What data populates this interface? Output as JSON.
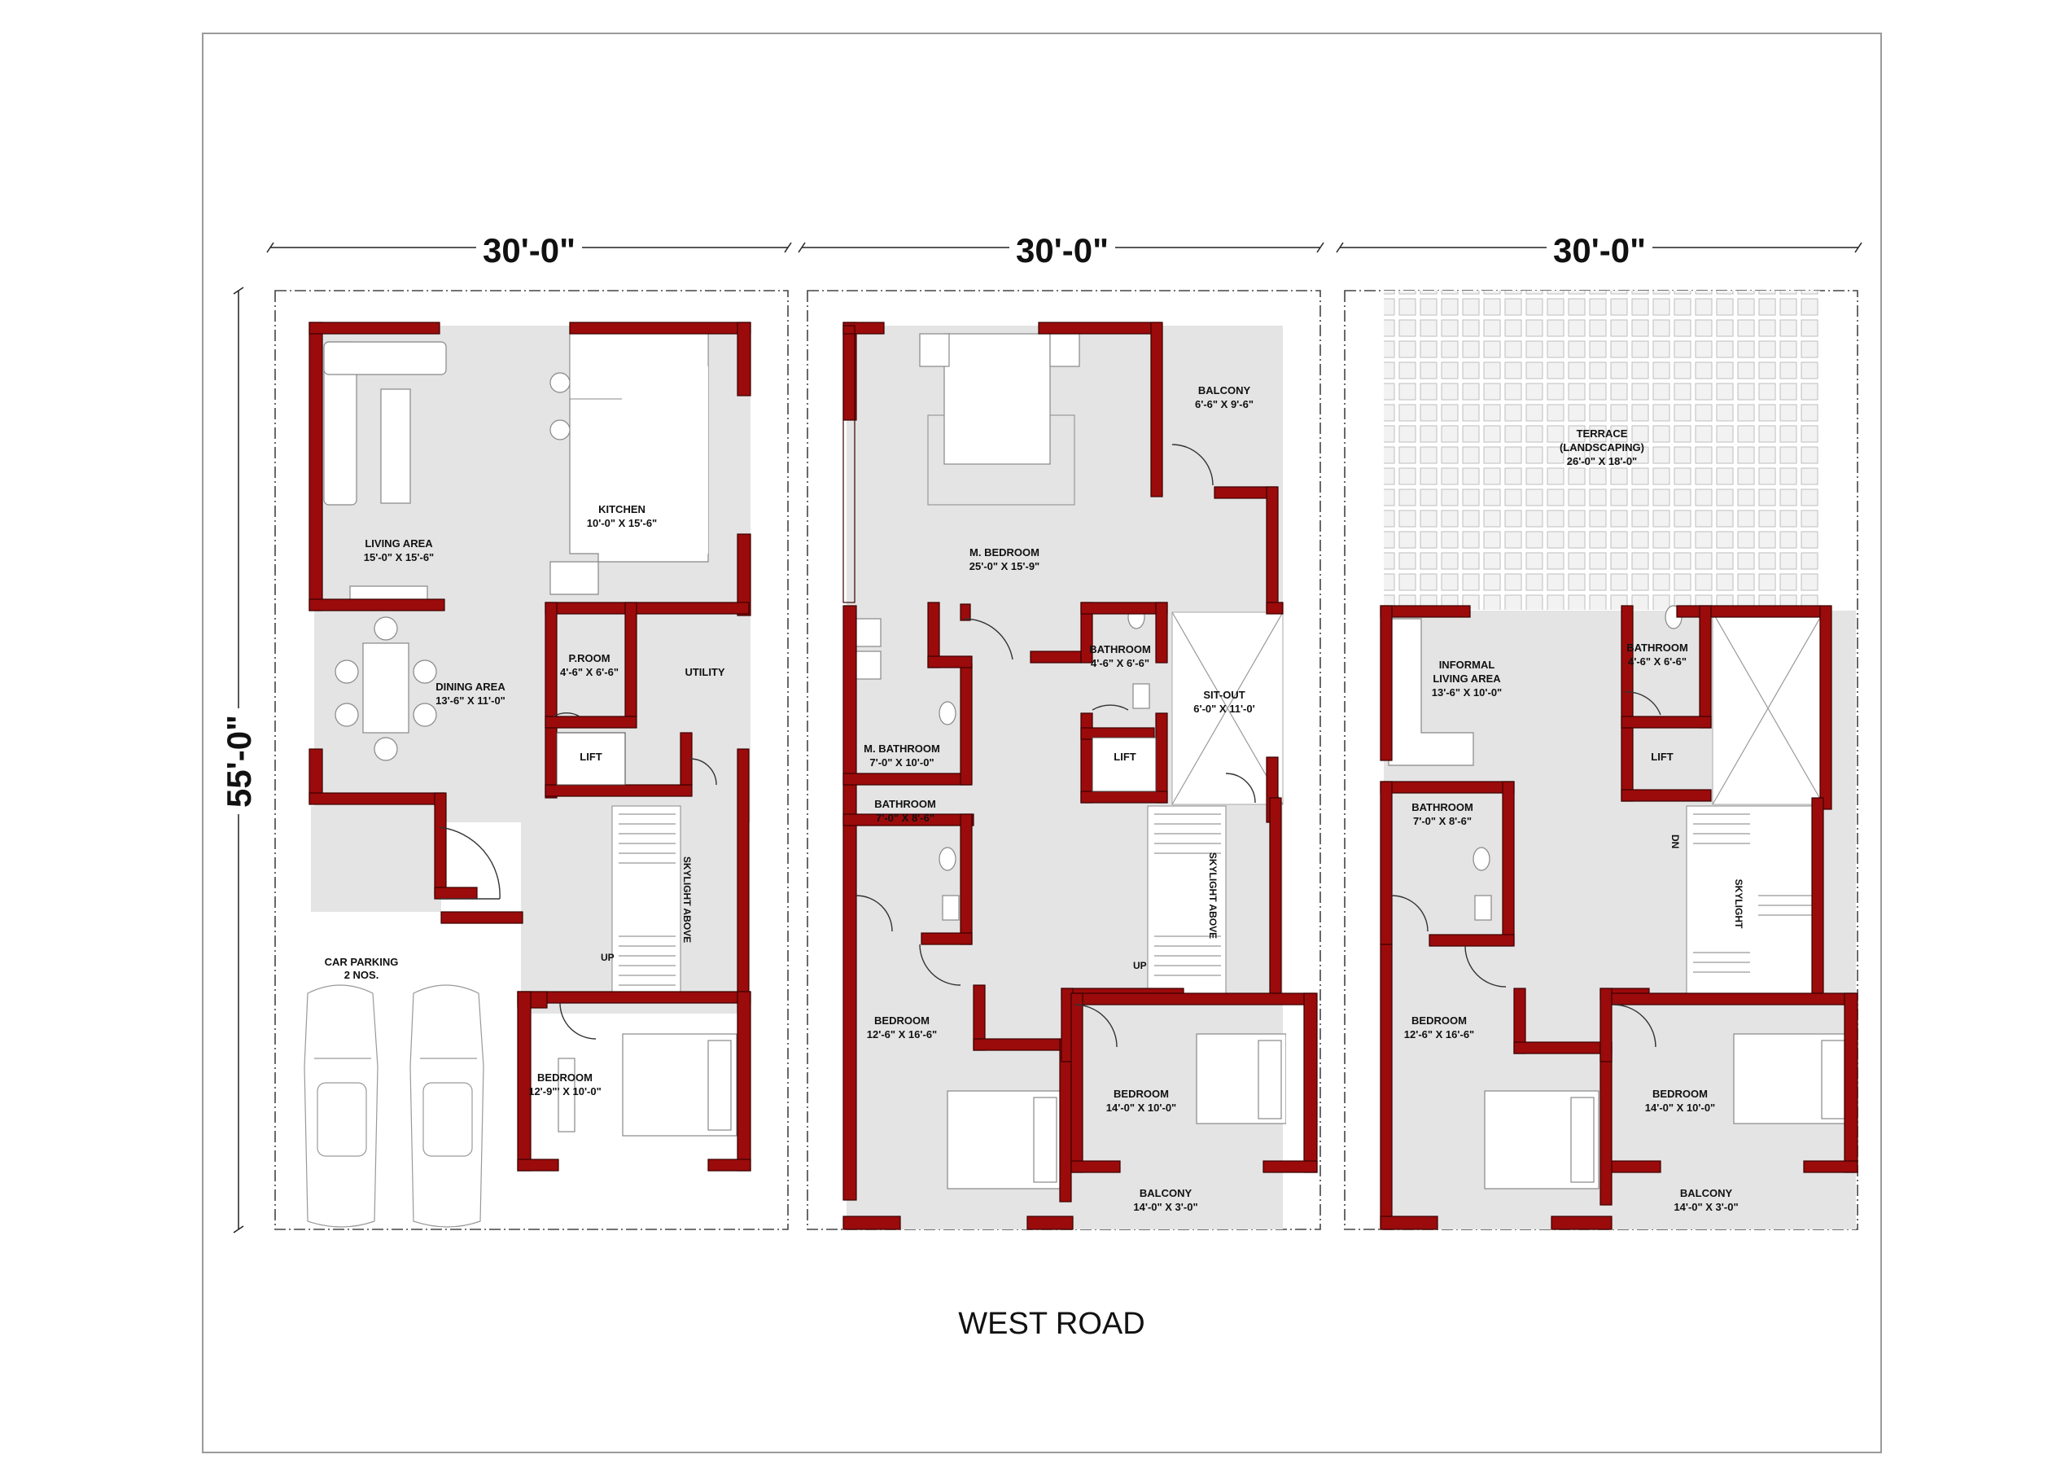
{
  "dimensions": {
    "top": "30'-0\"",
    "side": "55'-0\""
  },
  "road": "WEST ROAD",
  "floors": [
    {
      "rooms": [
        {
          "name": "LIVING AREA",
          "size": "15'-0\" X 15'-6\""
        },
        {
          "name": "KITCHEN",
          "size": "10'-0\" X 15'-6\""
        },
        {
          "name": "DINING AREA",
          "size": "13'-6\" X 11'-0\""
        },
        {
          "name": "P.ROOM",
          "size": "4'-6\" X 6'-6\""
        },
        {
          "name": "UTILITY",
          "size": ""
        },
        {
          "name": "LIFT",
          "size": ""
        },
        {
          "name": "SKYLIGHT ABOVE",
          "size": ""
        },
        {
          "name": "CAR PARKING",
          "size": "2 NOS."
        },
        {
          "name": "BEDROOM",
          "size": "12'-9\"' X 10'-0\""
        }
      ]
    },
    {
      "rooms": [
        {
          "name": "M. BEDROOM",
          "size": "25'-0\" X 15'-9\""
        },
        {
          "name": "BALCONY",
          "size": "6'-6\" X 9'-6\""
        },
        {
          "name": "BATHROOM",
          "size": "4'-6\" X 6'-6\""
        },
        {
          "name": "SIT-OUT",
          "size": "6'-0\" X 11'-0'"
        },
        {
          "name": "M. BATHROOM",
          "size": "7'-0\" X 10'-0\""
        },
        {
          "name": "LIFT",
          "size": ""
        },
        {
          "name": "BATHROOM",
          "size": "7'-0\" X 8'-6\""
        },
        {
          "name": "SKYLIGHT ABOVE",
          "size": ""
        },
        {
          "name": "BEDROOM",
          "size": "12'-6\" X 16'-6\""
        },
        {
          "name": "BEDROOM",
          "size": "14'-0\" X 10'-0\""
        },
        {
          "name": "BALCONY",
          "size": "14'-0\" X 3'-0\""
        }
      ]
    },
    {
      "rooms": [
        {
          "name": "TERRACE",
          "sub": "(LANDSCAPING)",
          "size": "26'-0\" X 18'-0\""
        },
        {
          "name": "INFORMAL",
          "sub": "LIVING AREA",
          "size": "13'-6\" X 10'-0\""
        },
        {
          "name": "BATHROOM",
          "size": "4'-6\" X 6'-6\""
        },
        {
          "name": "LIFT",
          "size": ""
        },
        {
          "name": "BATHROOM",
          "size": "7'-0\" X 8'-6\""
        },
        {
          "name": "SKYLIGHT",
          "size": ""
        },
        {
          "name": "BEDROOM",
          "size": "12'-6\" X 16'-6\""
        },
        {
          "name": "BEDROOM",
          "size": "14'-0\" X 10'-0\""
        },
        {
          "name": "BALCONY",
          "size": "14'-0\" X 3'-0\""
        }
      ]
    }
  ],
  "stair_marks": {
    "up": "UP",
    "dn": "DN"
  },
  "colors": {
    "wall": "#9b0b0b",
    "floor": "#e4e4e4",
    "line": "#222222"
  }
}
